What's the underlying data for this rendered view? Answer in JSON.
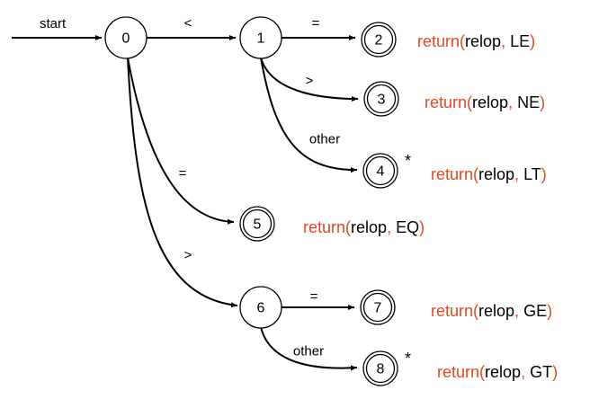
{
  "colors": {
    "action_keyword": "#e8471f",
    "text": "#000000"
  },
  "start_label": "start",
  "nodes": [
    {
      "id": "0",
      "label": "0",
      "accepting": false,
      "star": false
    },
    {
      "id": "1",
      "label": "1",
      "accepting": false,
      "star": false
    },
    {
      "id": "2",
      "label": "2",
      "accepting": true,
      "star": false
    },
    {
      "id": "3",
      "label": "3",
      "accepting": true,
      "star": false
    },
    {
      "id": "4",
      "label": "4",
      "accepting": true,
      "star": true
    },
    {
      "id": "5",
      "label": "5",
      "accepting": true,
      "star": false
    },
    {
      "id": "6",
      "label": "6",
      "accepting": false,
      "star": false
    },
    {
      "id": "7",
      "label": "7",
      "accepting": true,
      "star": false
    },
    {
      "id": "8",
      "label": "8",
      "accepting": true,
      "star": true
    }
  ],
  "edges": [
    {
      "from": "0",
      "to": "1",
      "label": "<"
    },
    {
      "from": "1",
      "to": "2",
      "label": "="
    },
    {
      "from": "1",
      "to": "3",
      "label": ">"
    },
    {
      "from": "1",
      "to": "4",
      "label": "other"
    },
    {
      "from": "0",
      "to": "5",
      "label": "="
    },
    {
      "from": "0",
      "to": "6",
      "label": ">"
    },
    {
      "from": "6",
      "to": "7",
      "label": "="
    },
    {
      "from": "6",
      "to": "8",
      "label": "other"
    }
  ],
  "star_symbol": "*",
  "actions": [
    {
      "state": "2",
      "keyword": "return",
      "open": "(",
      "arg1": "relop",
      "sep": ", ",
      "arg2": "LE",
      "close": ")"
    },
    {
      "state": "3",
      "keyword": "return",
      "open": "(",
      "arg1": "relop",
      "sep": ", ",
      "arg2": "NE",
      "close": ")"
    },
    {
      "state": "4",
      "keyword": "return",
      "open": "(",
      "arg1": "relop",
      "sep": ", ",
      "arg2": "LT",
      "close": ")"
    },
    {
      "state": "5",
      "keyword": "return",
      "open": "(",
      "arg1": "relop",
      "sep": ", ",
      "arg2": "EQ",
      "close": ")"
    },
    {
      "state": "7",
      "keyword": "return",
      "open": "(",
      "arg1": "relop",
      "sep": ", ",
      "arg2": "GE",
      "close": ")"
    },
    {
      "state": "8",
      "keyword": "return",
      "open": "(",
      "arg1": "relop",
      "sep": ", ",
      "arg2": "GT",
      "close": ")"
    }
  ]
}
